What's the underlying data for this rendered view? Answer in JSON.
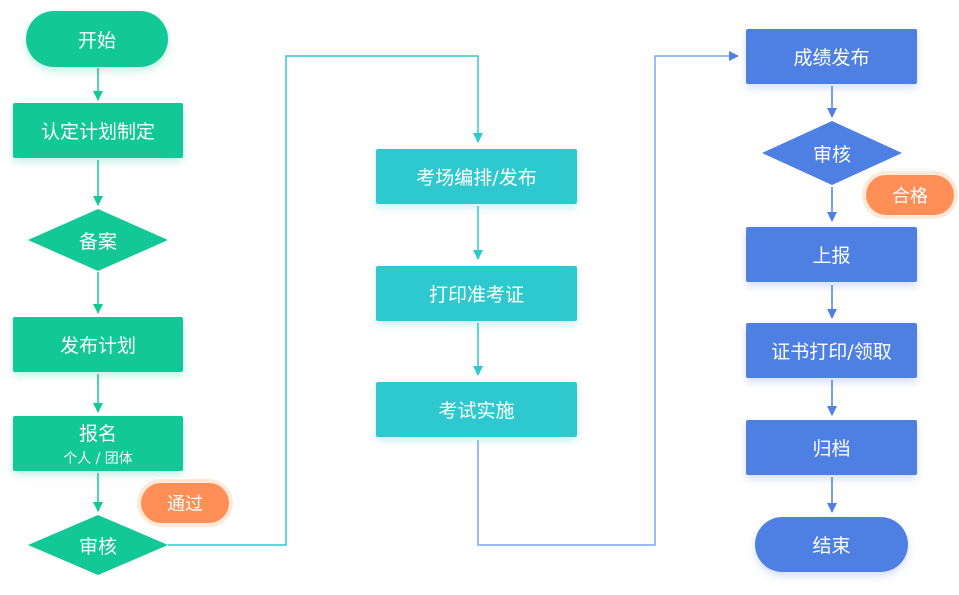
{
  "colors": {
    "green": "#11c896",
    "teal": "#2ec9cf",
    "blue": "#4e7fe2",
    "orange": "#ff8f57",
    "connector_blue": "#7aa6f0"
  },
  "column1": {
    "start": "开始",
    "plan_approval": "认定计划制定",
    "filing": "备案",
    "publish_plan": "发布计划",
    "register": "报名",
    "register_sub": "个人 / 团体",
    "review": "审核",
    "pass_badge": "通过"
  },
  "column2": {
    "arrange": "考场编排/发布",
    "print_ticket": "打印准考证",
    "exam": "考试实施"
  },
  "column3": {
    "results": "成绩发布",
    "review": "审核",
    "qualified_badge": "合格",
    "report": "上报",
    "certificate": "证书打印/领取",
    "archive": "归档",
    "end": "结束"
  }
}
